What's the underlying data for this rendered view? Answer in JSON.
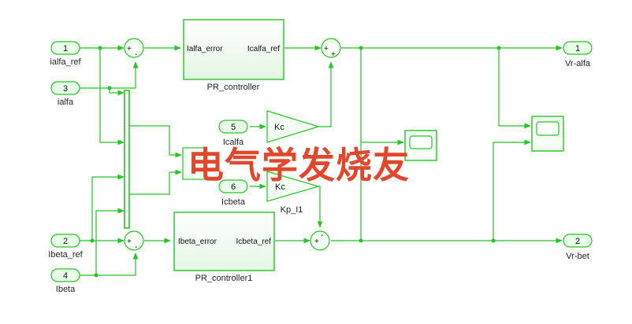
{
  "ports": {
    "in1": {
      "num": "1",
      "label": "ialfa_ref"
    },
    "in3": {
      "num": "3",
      "label": "ialfa"
    },
    "in5": {
      "num": "5",
      "label": "Icalfa"
    },
    "in6": {
      "num": "6",
      "label": "Icbeta"
    },
    "in2": {
      "num": "2",
      "label": "Ibeta_ref"
    },
    "in4": {
      "num": "4",
      "label": "Ibeta"
    },
    "out1": {
      "num": "1",
      "label": "Vr-alfa"
    },
    "out2": {
      "num": "2",
      "label": "Vr-bet"
    }
  },
  "pr_top": {
    "in_port": "Ialfa_error",
    "out_port": "Icalfa_ref",
    "label": "PR_controller"
  },
  "pr_bot": {
    "in_port": "Ibeta_error",
    "out_port": "Icbeta_ref",
    "label": "PR_controller1"
  },
  "gain_top": {
    "text": "Kc"
  },
  "gain_bot": {
    "text": "Kc",
    "label": "Kp_I1"
  },
  "signs": {
    "plus": "+",
    "minus": "-"
  },
  "watermark": "电气学发烧友",
  "colors": {
    "line": "#22c522",
    "port_fill": "#eaffea",
    "block_fill": "#f2fff2",
    "watermark": "#e2472c"
  }
}
